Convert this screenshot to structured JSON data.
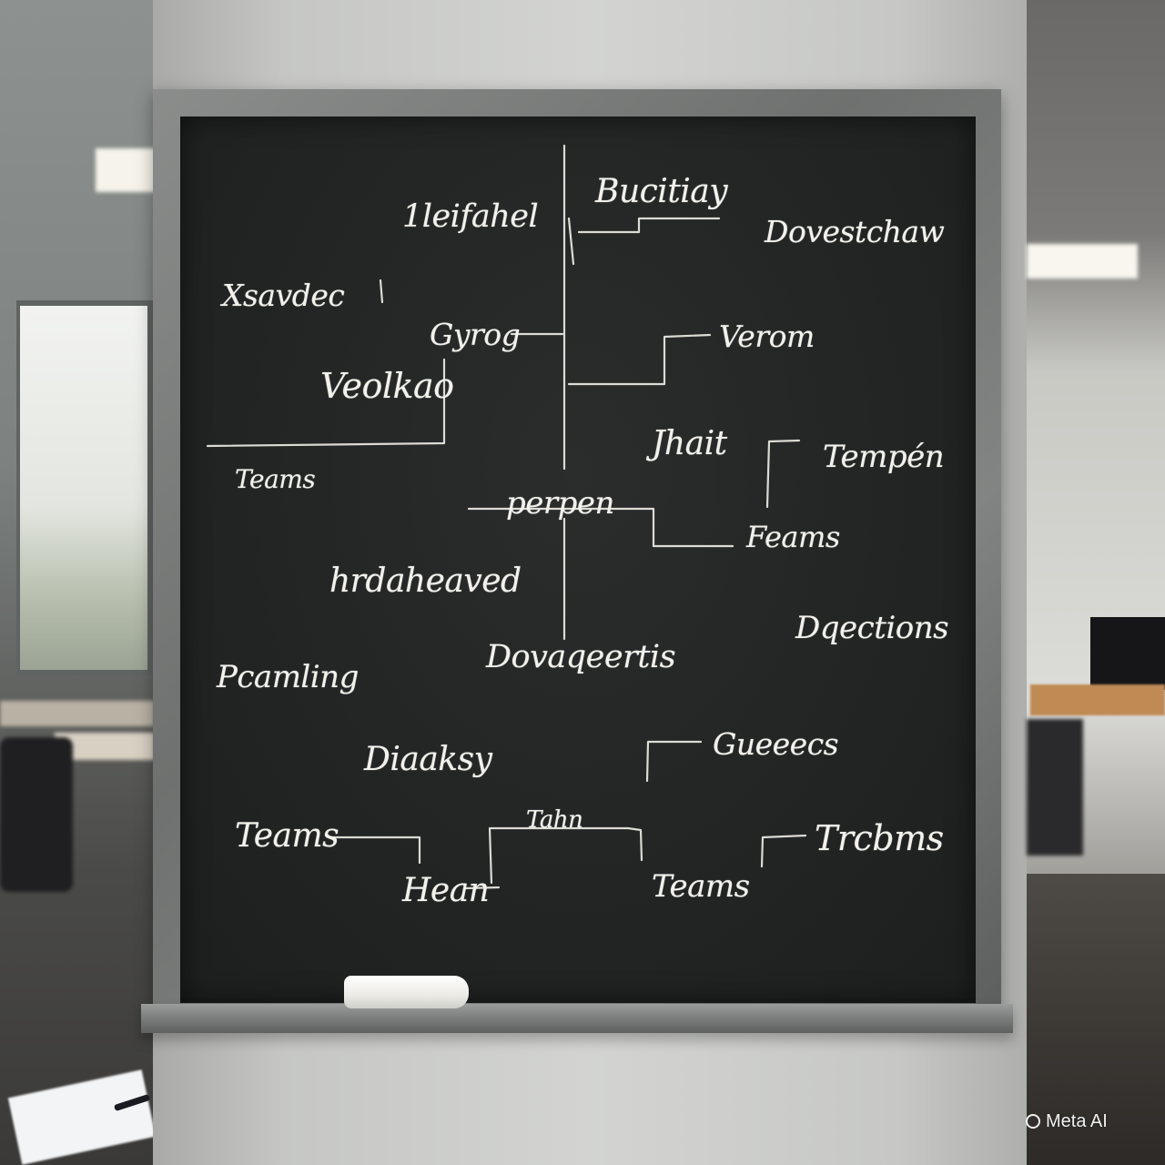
{
  "chalk_words": [
    "Bucitiay",
    "1leifahel",
    "Dovestchaw",
    "Xsavdec",
    "Gyrog",
    "Verom",
    "Veolkao",
    "Teams",
    "Jhait",
    "Tempén",
    "perpen",
    "Feams",
    "hrdaheaved",
    "Dqections",
    "Dovaqeertis",
    "Pcamling",
    "Diaaksy",
    "Gueeecs",
    "Teams",
    "Tahn",
    "Trcbms",
    "Hean",
    "Teams"
  ],
  "watermark": {
    "text": "Meta AI"
  }
}
